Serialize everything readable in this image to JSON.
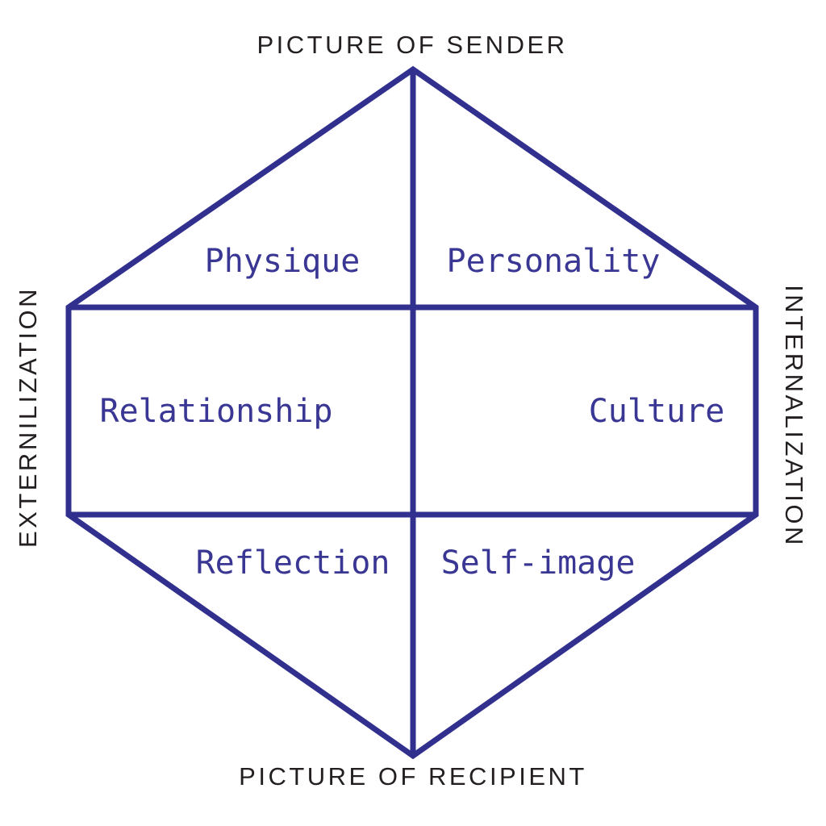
{
  "diagram": {
    "outer_labels": {
      "top": "PICTURE OF SENDER",
      "bottom": "PICTURE OF RECIPIENT",
      "left": "EXTERNILIZATION",
      "right": "INTERNALIZATION"
    },
    "facets": [
      {
        "label": "Physique",
        "position": "top-left"
      },
      {
        "label": "Personality",
        "position": "top-right"
      },
      {
        "label": "Relationship",
        "position": "middle-left"
      },
      {
        "label": "Culture",
        "position": "middle-right"
      },
      {
        "label": "Reflection",
        "position": "bottom-left"
      },
      {
        "label": "Self-image",
        "position": "bottom-right"
      }
    ],
    "colors": {
      "line": "#32308f",
      "facet_text": "#3a3794",
      "outer_text": "#231f20",
      "background": "#ffffff"
    }
  }
}
